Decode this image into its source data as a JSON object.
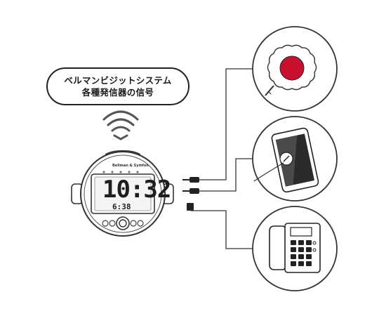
{
  "bubble": {
    "line1": "ベルマンビジットシステム",
    "line2": "各種発信器の信号"
  },
  "clock": {
    "brand": "Bellman & Symfon",
    "time": "10:32",
    "alarm_time": "6:38"
  },
  "accent_color": "#c8102e",
  "icons": [
    "wifi-signal-icon",
    "doorbell-icon",
    "smartphone-icon",
    "telephone-icon",
    "plug-icon"
  ]
}
